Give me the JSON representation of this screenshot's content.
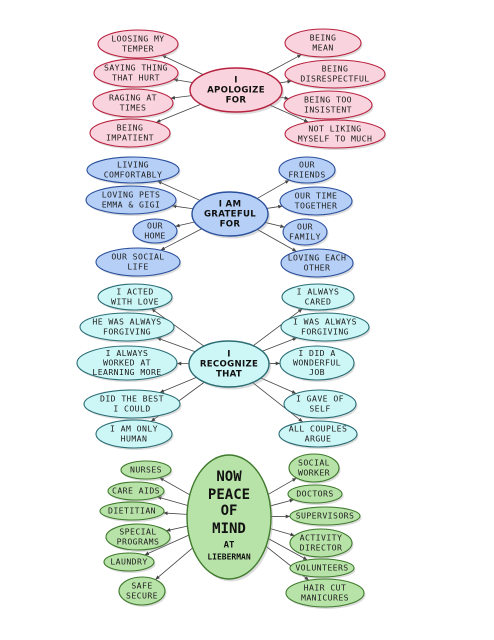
{
  "colors": {
    "red_fill": "#f9d3dd",
    "red_stroke": "#b8213f",
    "blue_fill": "#b5cff7",
    "blue_stroke": "#2a4f9c",
    "cyan_fill": "#cdf6f6",
    "cyan_stroke": "#2a6c74",
    "green_fill": "#b8e3a8",
    "green_stroke": "#3f7a2d"
  },
  "groups": [
    {
      "id": "apologize",
      "hub": [
        "I",
        "APOLOGIZE",
        "FOR"
      ],
      "left": [
        [
          "LOOSING MY",
          "TEMPER"
        ],
        [
          "SAYING THING",
          "THAT HURT"
        ],
        [
          "RAGING AT",
          "TIMES"
        ],
        [
          "BEING",
          "IMPATIENT"
        ]
      ],
      "right": [
        [
          "BEING",
          "MEAN"
        ],
        [
          "BEING",
          "DISRESPECTFUL"
        ],
        [
          "BEING TOO",
          "INSISTENT"
        ],
        [
          "NOT LIKING",
          "MYSELF TO MUCH"
        ]
      ]
    },
    {
      "id": "grateful",
      "hub": [
        "I AM",
        "GRATEFUL",
        "FOR"
      ],
      "left": [
        [
          "LIVING",
          "COMFORTABLY"
        ],
        [
          "LOVING PETS",
          "EMMA & GIGI"
        ],
        [
          "OUR",
          "HOME"
        ],
        [
          "OUR SOCIAL",
          "LIFE"
        ]
      ],
      "right": [
        [
          "OUR",
          "FRIENDS"
        ],
        [
          "OUR TIME",
          "TOGETHER"
        ],
        [
          "OUR",
          "FAMILY"
        ],
        [
          "LOVING EACH",
          "OTHER"
        ]
      ]
    },
    {
      "id": "recognize",
      "hub": [
        "I",
        "RECOGNIZE",
        "THAT"
      ],
      "left": [
        [
          "I ACTED",
          "WITH LOVE"
        ],
        [
          "HE WAS ALWAYS",
          "FORGIVING"
        ],
        [
          "I ALWAYS",
          "WORKED AT",
          "LEARNING MORE"
        ],
        [
          "DID THE BEST",
          "I COULD"
        ],
        [
          "I AM ONLY",
          "HUMAN"
        ]
      ],
      "right": [
        [
          "I ALWAYS",
          "CARED"
        ],
        [
          "I WAS ALWAYS",
          "FORGIVING"
        ],
        [
          "I DID A",
          "WONDERFUL",
          "JOB"
        ],
        [
          "I GAVE OF",
          "SELF"
        ],
        [
          "ALL COUPLES",
          "ARGUE"
        ]
      ]
    },
    {
      "id": "peace",
      "hub": [
        "NOW",
        "PEACE",
        "OF",
        "MIND",
        "AT",
        "LIEBERMAN"
      ],
      "left": [
        [
          "NURSES"
        ],
        [
          "CARE AIDS"
        ],
        [
          "DIETITIAN"
        ],
        [
          "SPECIAL",
          "PROGRAMS"
        ],
        [
          "LAUNDRY"
        ],
        [
          "SAFE",
          "SECURE"
        ]
      ],
      "right": [
        [
          "SOCIAL",
          "WORKER"
        ],
        [
          "DOCTORS"
        ],
        [
          "SUPERVISORS"
        ],
        [
          "ACTIVITY",
          "DIRECTOR"
        ],
        [
          "VOLUNTEERS"
        ],
        [
          "HAIR CUT",
          "MANICURES"
        ]
      ]
    }
  ]
}
